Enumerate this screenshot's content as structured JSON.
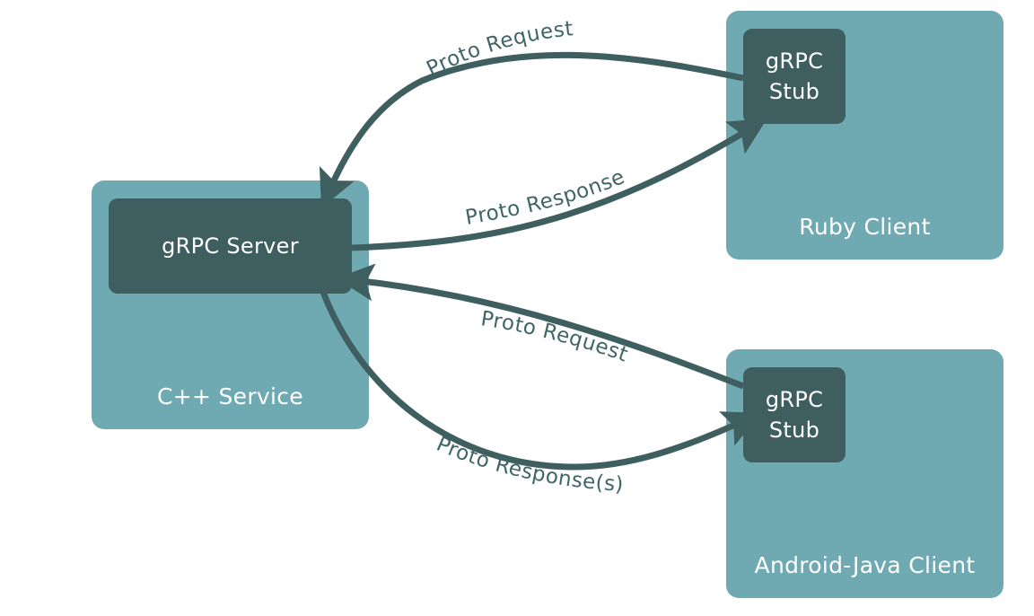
{
  "colors": {
    "outer_box": "#6faab3",
    "inner_box": "#3f5e60",
    "arrow": "#3f5e60",
    "arrow_label": "#3f6567",
    "box_text": "#ffffff",
    "background": "#ffffff"
  },
  "nodes": {
    "cpp_service": {
      "label": "C++ Service",
      "inner_label": "gRPC Server"
    },
    "ruby_client": {
      "label": "Ruby Client",
      "inner_label_line1": "gRPC",
      "inner_label_line2": "Stub"
    },
    "android_client": {
      "label": "Android-Java Client",
      "inner_label_line1": "gRPC",
      "inner_label_line2": "Stub"
    }
  },
  "edges": [
    {
      "from": "ruby_client",
      "to": "cpp_service",
      "label": "Proto Request"
    },
    {
      "from": "cpp_service",
      "to": "ruby_client",
      "label": "Proto Response"
    },
    {
      "from": "android_client",
      "to": "cpp_service",
      "label": "Proto Request"
    },
    {
      "from": "cpp_service",
      "to": "android_client",
      "label": "Proto Response(s)"
    }
  ]
}
